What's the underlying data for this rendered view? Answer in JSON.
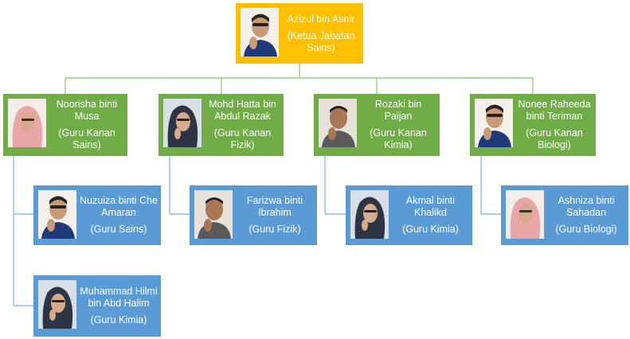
{
  "colors": {
    "head": "#ffc000",
    "level1": "#70ad47",
    "level2": "#5b9bd5",
    "connector": "#9ccf7a",
    "branch_connector": "#8ebee6"
  },
  "head": {
    "name": "Azizul bin Asnir",
    "role": "(Ketua Jabatan Sains)",
    "photo": "man-photo"
  },
  "kanan": [
    {
      "name": "Noorisha binti Musa",
      "role": "(Guru Kanan Sains)",
      "photo": "woman-hijab-photo"
    },
    {
      "name": "Mohd Hatta bin Abdul Razak",
      "role": "(Guru Kanan Fizik)",
      "photo": "woman-hijab-photo"
    },
    {
      "name": "Rozaki bin Paijan",
      "role": "(Guru Kanan Kimia)",
      "photo": "man-photo"
    },
    {
      "name": "Nonee Raheeda binti Teriman",
      "role": "(Guru Kanan Biologi)",
      "photo": "man-photo"
    }
  ],
  "guru": [
    {
      "name": "Nuzuiza binti Che Amaran",
      "role": "(Guru Sains)",
      "photo": "man-photo"
    },
    {
      "name": "Muhammad Hilmi bin Abd Halim",
      "role": "(Guru Kimia)",
      "photo": "woman-hijab-photo"
    },
    {
      "name": "Farizwa binti Ibrahim",
      "role": "(Guru Fizik)",
      "photo": "man-photo"
    },
    {
      "name": "Akmal binti Khalikd",
      "role": "(Guru Kimia)",
      "photo": "woman-hijab-photo"
    },
    {
      "name": "Ashniza binti Sahadan",
      "role": "(Guru Biologi)",
      "photo": "woman-pink-hijab-photo"
    }
  ]
}
